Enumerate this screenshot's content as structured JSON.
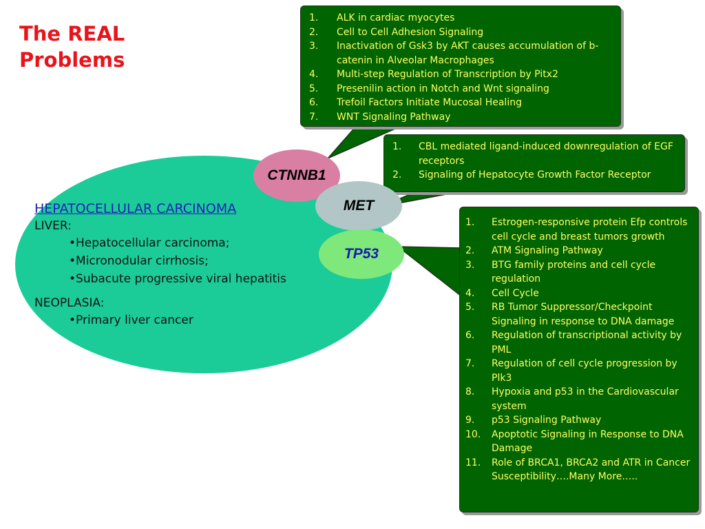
{
  "title": {
    "line1": "The REAL",
    "line2": "Problems"
  },
  "disease": {
    "heading": "HEPATOCELLULAR CARCINOMA",
    "sections": [
      {
        "label": "LIVER:",
        "items": [
          "•Hepatocellular carcinoma;",
          "•Micronodular cirrhosis;",
          "•Subacute progressive viral hepatitis"
        ]
      },
      {
        "label": "NEOPLASIA:",
        "items": [
          "•Primary liver cancer"
        ]
      }
    ]
  },
  "genes": {
    "ctnnb1": "CTNNB1",
    "met": "MET",
    "tp53": "TP53"
  },
  "colors": {
    "title": "#e8141b",
    "disease_ellipse": "#1bcc98",
    "callout_fill": "#006400",
    "callout_text": "#ffff66",
    "ctnnb1_fill": "#d97fa3",
    "met_fill": "#b3c6c7",
    "tp53_fill": "#7ee87a"
  },
  "callouts": {
    "ctnnb1": [
      {
        "num": "1.",
        "text": "ALK in cardiac myocytes"
      },
      {
        "num": "2.",
        "text": "Cell to Cell Adhesion Signaling"
      },
      {
        "num": "3.",
        "text": "Inactivation of Gsk3 by AKT causes accumulation of b-catenin in Alveolar Macrophages"
      },
      {
        "num": "4.",
        "text": "Multi-step Regulation of Transcription by Pitx2"
      },
      {
        "num": "5.",
        "text": "Presenilin action in Notch and Wnt signaling"
      },
      {
        "num": "6.",
        "text": "Trefoil Factors Initiate Mucosal Healing"
      },
      {
        "num": "7.",
        "text": "WNT Signaling Pathway"
      }
    ],
    "met": [
      {
        "num": "1.",
        "text": "CBL mediated ligand-induced downregulation of EGF receptors"
      },
      {
        "num": "2.",
        "text": "Signaling of Hepatocyte Growth Factor Receptor"
      }
    ],
    "tp53": [
      {
        "num": "1.",
        "text": "Estrogen-responsive protein Efp controls cell cycle and breast tumors growth"
      },
      {
        "num": "2.",
        "text": "ATM Signaling Pathway"
      },
      {
        "num": "3.",
        "text": "BTG family proteins and cell cycle regulation"
      },
      {
        "num": "4.",
        "text": "Cell Cycle"
      },
      {
        "num": "5.",
        "text": "RB Tumor Suppressor/Checkpoint Signaling in response to DNA damage"
      },
      {
        "num": "6.",
        "text": "Regulation of transcriptional activity by PML"
      },
      {
        "num": "7.",
        "text": "Regulation of cell cycle progression by Plk3"
      },
      {
        "num": "8.",
        "text": "Hypoxia and p53 in the Cardiovascular system"
      },
      {
        "num": "9.",
        "text": "p53 Signaling Pathway"
      },
      {
        "num": "10.",
        "text": "Apoptotic Signaling in Response to DNA Damage"
      },
      {
        "num": "11.",
        "text": "Role of BRCA1, BRCA2 and ATR in Cancer Susceptibility….Many More….."
      }
    ]
  }
}
